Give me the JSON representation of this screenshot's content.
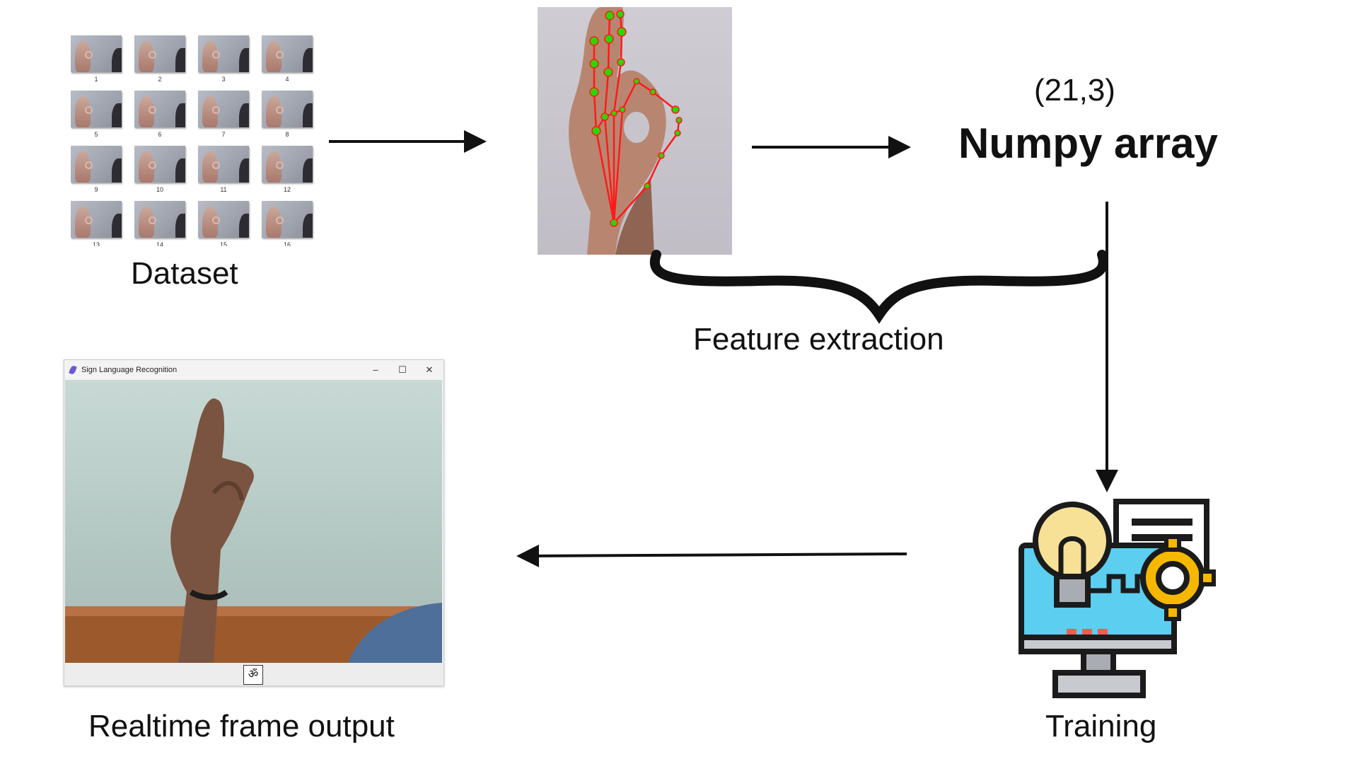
{
  "dataset": {
    "label": "Dataset",
    "thumbnails": [
      "1",
      "2",
      "3",
      "4",
      "5",
      "6",
      "7",
      "8",
      "9",
      "10",
      "11",
      "12",
      "13",
      "14",
      "15",
      "16"
    ]
  },
  "features": {
    "shape": "(21,3)",
    "title": "Numpy array",
    "brace_label": "Feature extraction"
  },
  "training": {
    "label": "Training"
  },
  "output": {
    "label": "Realtime frame output",
    "window_title": "Sign Language Recognition",
    "min_glyph": "–",
    "max_glyph": "☐",
    "close_glyph": "✕",
    "prediction": "ॐ"
  },
  "colors": {
    "landmark_line": "#ff1a1a",
    "landmark_point": "#2bd600",
    "monitor": "#5ccef0",
    "gear": "#f5b700",
    "bulb": "#f7e196"
  }
}
